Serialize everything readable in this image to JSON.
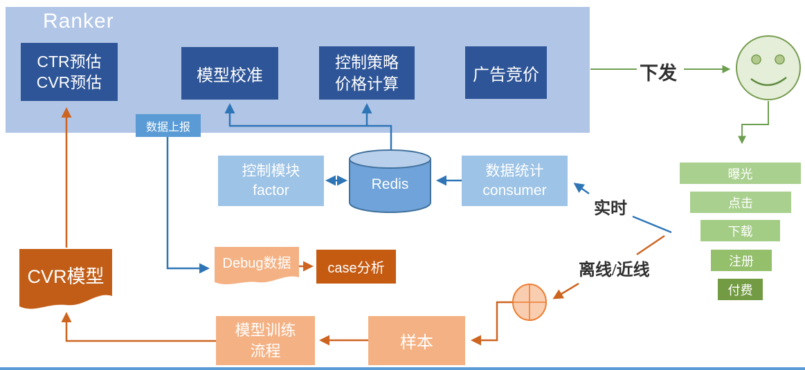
{
  "ranker": {
    "title": "Ranker",
    "boxes": {
      "ctr_cvr": "CTR预估\nCVR预估",
      "model_calibration": "模型校准",
      "control_strategy": "控制策略\n价格计算",
      "ad_bidding": "广告竞价"
    }
  },
  "badges": {
    "data_report": "数据上报"
  },
  "nodes": {
    "control_module": "控制模块\nfactor",
    "redis": "Redis",
    "data_stat_consumer": "数据统计\nconsumer",
    "debug_data": "Debug数据",
    "case_analysis": "case分析",
    "cvr_model": "CVR模型",
    "training_flow": "模型训练\n流程",
    "sample": "样本"
  },
  "labels": {
    "deliver": "下发",
    "realtime": "实时",
    "offline_nearline": "离线/近线"
  },
  "funnel": [
    {
      "label": "曝光",
      "color": "#a9d08e"
    },
    {
      "label": "点击",
      "color": "#a9d08e"
    },
    {
      "label": "下载",
      "color": "#a3cc85"
    },
    {
      "label": "注册",
      "color": "#94bf6b"
    },
    {
      "label": "付费",
      "color": "#739b44"
    }
  ],
  "icons": {
    "user_smiley": "smiley-face",
    "redis_cylinder": "database-cylinder",
    "merge_junction": "circle-plus"
  },
  "edges": [
    {
      "from": "Redis",
      "to": "模型校准"
    },
    {
      "from": "Redis",
      "to": "控制策略价格计算"
    },
    {
      "from": "数据统计consumer",
      "to": "Redis"
    },
    {
      "from": "控制模块factor",
      "to": "Redis",
      "type": "bidirectional"
    },
    {
      "from": "数据上报",
      "to": "Debug数据"
    },
    {
      "from": "Debug数据",
      "to": "case分析"
    },
    {
      "from": "广告竞价",
      "to": "用户",
      "label": "下发"
    },
    {
      "from": "用户",
      "to": "行为漏斗"
    },
    {
      "from": "行为漏斗",
      "to": "数据统计consumer",
      "label": "实时"
    },
    {
      "from": "行为漏斗",
      "to": "合流节点",
      "label": "离线/近线"
    },
    {
      "from": "合流节点",
      "to": "样本"
    },
    {
      "from": "样本",
      "to": "模型训练流程"
    },
    {
      "from": "模型训练流程",
      "to": "CVR模型"
    },
    {
      "from": "CVR模型",
      "to": "CTR预估CVR预估"
    }
  ],
  "colors": {
    "ranker_panel": "#b1c5e7",
    "navy_box": "#2e5597",
    "light_blue_box": "#9dc3e6",
    "mid_blue": "#5b9bd5",
    "blue_arrow": "#2e75b6",
    "green_arrow": "#6d9e50",
    "smiley_fill": "#e4eed8",
    "smiley_stroke": "#759c4f",
    "peach_box": "#f4b183",
    "dark_orange_box": "#c55a11",
    "orange_arrow": "#cd6420",
    "merge_fill": "#f9cdaf",
    "merge_stroke": "#ed7d31",
    "redis_body": "#6fa3d9",
    "redis_top": "#b9d0ec",
    "bottom_bar": "#5b9bd5"
  }
}
